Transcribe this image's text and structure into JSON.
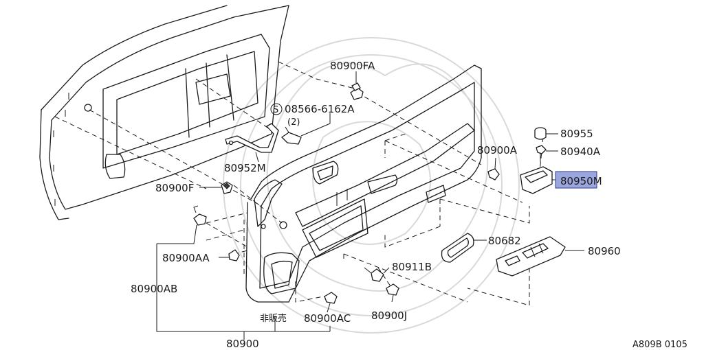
{
  "parts": [
    {
      "id": "p80900FA",
      "label": "80900FA"
    },
    {
      "id": "p08566",
      "label": "08566-6162A"
    },
    {
      "id": "p08566qty",
      "label": "(2)"
    },
    {
      "id": "p80955",
      "label": "80955"
    },
    {
      "id": "p80940A",
      "label": "80940A"
    },
    {
      "id": "p80900A",
      "label": "80900A"
    },
    {
      "id": "p80952M",
      "label": "80952M"
    },
    {
      "id": "p80950M",
      "label": "80950M",
      "highlighted": true
    },
    {
      "id": "p80900F",
      "label": "80900F"
    },
    {
      "id": "p80682",
      "label": "80682"
    },
    {
      "id": "p80960",
      "label": "80960"
    },
    {
      "id": "p80900AA",
      "label": "80900AA"
    },
    {
      "id": "p80911B",
      "label": "80911B"
    },
    {
      "id": "p80900AB",
      "label": "80900AB"
    },
    {
      "id": "pNotForSale",
      "label": "非販売"
    },
    {
      "id": "p80900AC",
      "label": "80900AC"
    },
    {
      "id": "p80900J",
      "label": "80900J"
    },
    {
      "id": "p80900",
      "label": "80900"
    }
  ],
  "screw_symbol": "S",
  "diagram_code": "A809B 0105",
  "colors": {
    "line": "#1a1a1a",
    "highlight": "#9aa6dc",
    "watermark": "#d9d9d9"
  }
}
